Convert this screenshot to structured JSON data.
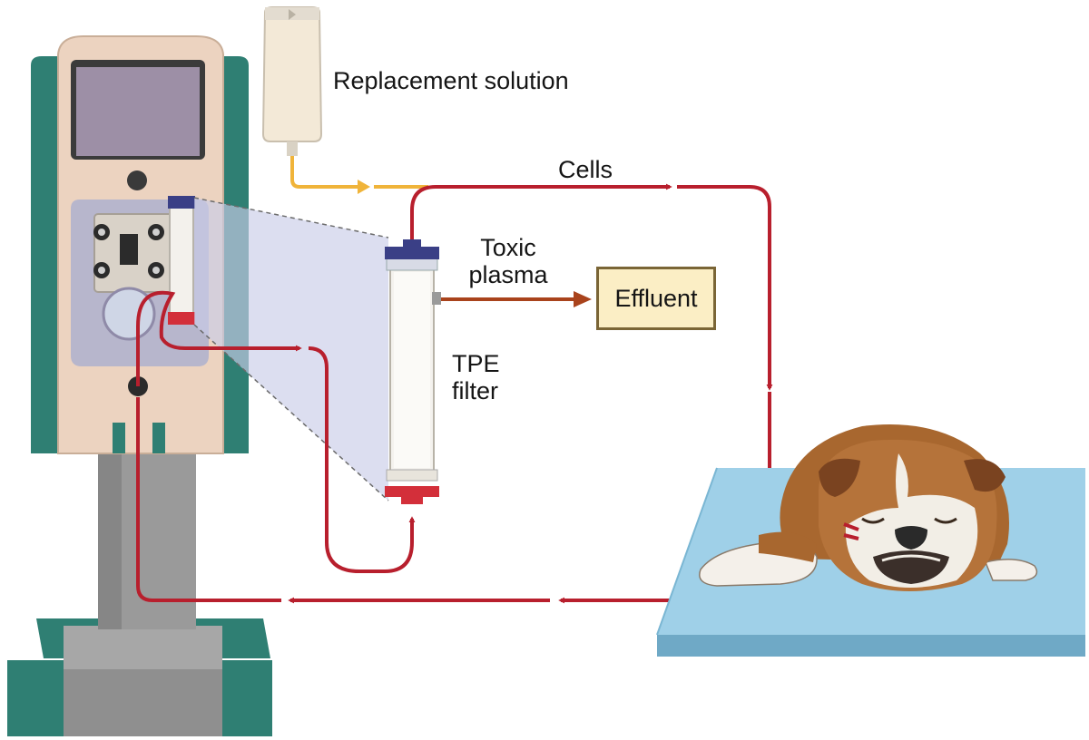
{
  "labels": {
    "replacement_solution": "Replacement solution",
    "cells": "Cells",
    "toxic_plasma_line1": "Toxic",
    "toxic_plasma_line2": "plasma",
    "effluent": "Effluent",
    "filter_line1": "TPE",
    "filter_line2": "filter"
  },
  "colors": {
    "blood_line": "#b81f2d",
    "replacement_line": "#f0b43a",
    "plasma_line": "#a9431c",
    "machine_teal": "#2f7f73",
    "machine_body": "#ecd3c0",
    "stand_gray": "#9a9a9a",
    "filter_cap_top": "#3a3f86",
    "filter_cap_bottom": "#d32f3a",
    "mat_blue": "#9fd0e8",
    "effluent_fill": "#fbeec5",
    "magnifier_fill": "#c9cde8"
  },
  "icons": [
    "apheresis-machine-icon",
    "iv-bag-icon",
    "filter-icon",
    "bulldog-icon"
  ]
}
